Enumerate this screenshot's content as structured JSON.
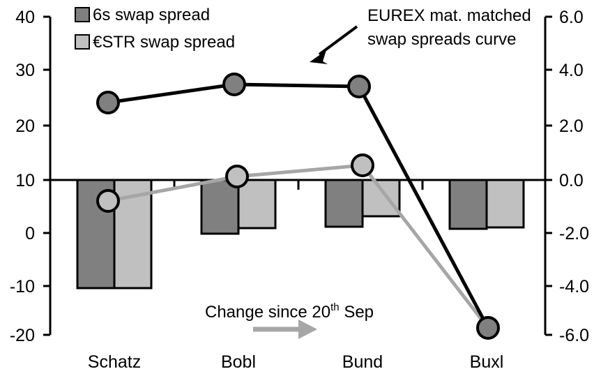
{
  "chart_data": {
    "type": "bar",
    "title": "",
    "subtitle": "",
    "xlabel": "",
    "ylabel": "",
    "categories": [
      "Schatz",
      "Bobl",
      "Bund",
      "Buxl"
    ],
    "grid": false,
    "legend_position": "top-left",
    "left_axis": {
      "label": "",
      "ticks": [
        "40",
        "30",
        "20",
        "10",
        "0",
        "-10",
        "-20"
      ],
      "tick_values": [
        40,
        30,
        20,
        10,
        0,
        -10,
        -20
      ],
      "ylim": [
        -20,
        40
      ],
      "baseline_value": 10
    },
    "right_axis": {
      "label": "",
      "ticks": [
        "6.0",
        "4.0",
        "2.0",
        "0.0",
        "-2.0",
        "-4.0",
        "-6.0"
      ],
      "tick_values": [
        6.0,
        4.0,
        2.0,
        0.0,
        -2.0,
        -4.0,
        -6.0
      ],
      "ylim": [
        -6.0,
        6.0
      ],
      "baseline_value": 0.0
    },
    "series": [
      {
        "name": "6s swap spread",
        "type": "bar",
        "axis": "right",
        "color": "#808080",
        "values": [
          -4.05,
          -1.9,
          -1.75,
          -1.05
        ]
      },
      {
        "name": "€STR swap spread",
        "type": "bar",
        "axis": "right",
        "color": "#c0c0c0",
        "values": [
          -4.05,
          -1.75,
          -1.3,
          -1.0
        ]
      },
      {
        "name": "EUREX mat. matched swap spreads curve",
        "type": "line",
        "axis": "left",
        "color": "#000000",
        "marker_fill": "#808080",
        "values": [
          24.5,
          28.0,
          27.4,
          -18.2
        ]
      },
      {
        "name": "Change since 20th Sep",
        "type": "line",
        "axis": "left",
        "color": "#a6a6a6",
        "marker_fill": "#c0c0c0",
        "values": [
          6.2,
          10.6,
          12.8,
          -18.2
        ]
      }
    ]
  },
  "legend": {
    "items": [
      {
        "label": "6s swap spread",
        "color": "#808080"
      },
      {
        "label": "€STR swap spread",
        "color": "#c0c0c0"
      }
    ]
  },
  "annotations": {
    "curve_note": {
      "line1": "EUREX mat. matched",
      "line2": "swap spreads curve"
    },
    "change_note": {
      "text_before": "Change since 20",
      "superscript": "th",
      "text_after": " Sep"
    }
  },
  "axes": {
    "left_ticks": [
      "40",
      "30",
      "20",
      "10",
      "0",
      "-10",
      "-20"
    ],
    "right_ticks": [
      "6.0",
      "4.0",
      "2.0",
      "0.0",
      "-2.0",
      "-4.0",
      "-6.0"
    ],
    "categories": [
      "Schatz",
      "Bobl",
      "Bund",
      "Buxl"
    ]
  },
  "colors": {
    "bar_dark": "#808080",
    "bar_light": "#c0c0c0",
    "line_black": "#000000",
    "line_gray": "#a6a6a6",
    "axis": "#000000"
  }
}
